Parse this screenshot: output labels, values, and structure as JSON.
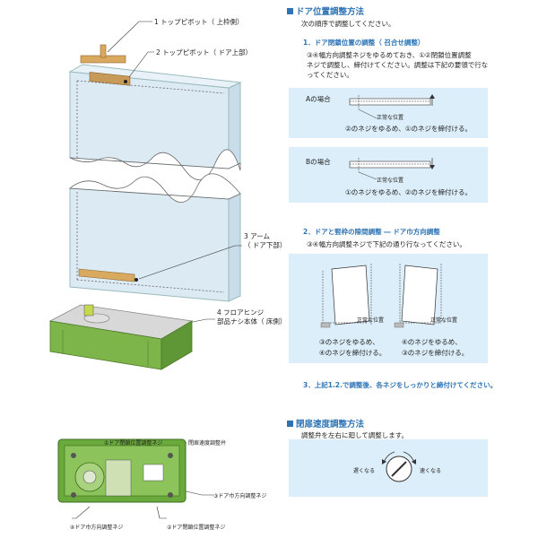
{
  "left": {
    "labels": {
      "l1": "1 トップピボット（ 上枠側）",
      "l2": "2 トップピボット（ ドア上部）",
      "l3a": "3 アーム",
      "l3b": "（ ドア下部）",
      "l4a": "4 フロアヒンジ",
      "l4b": "部品ナシ本体（ 床側）"
    },
    "bottom_labels": {
      "b1": "①ドア閉鎖位置調整ネジ",
      "b2": "閉扉速度調整弁",
      "b3": "③ドア巾方向調整ネジ",
      "b4": "④ドア巾方向調整ネジ",
      "b5": "②ドア閉鎖位置調整ネジ"
    }
  },
  "right": {
    "section1": {
      "title": "ドア位置調整方法",
      "intro": "次の順序で調整してください。",
      "step1_heading": "1．ドア閉鎖位置の調整（ 召合せ調整）",
      "step1_text1": "③④幅方向調整ネジをゆるめておき、①②閉鎖位置調整",
      "step1_text2": "ネジで調整し、締付けてください。調整は下記の要領で行な",
      "step1_text3": "ってください。",
      "caseA_label": "Aの場合",
      "caseA_pos": "正常な位置",
      "caseA_text": "②のネジをゆるめ、①のネジを締付ける。",
      "caseB_label": "Bの場合",
      "caseB_pos": "正常な位置",
      "caseB_text": "①のネジをゆるめ、②のネジを締付ける。",
      "step2_heading": "2．ドアと竪枠の隙間調整 ― ドア巾方向調整",
      "step2_text": "③④幅方向調整ネジで下記の通り行なってください。",
      "left_pos": "正常な位置",
      "right_pos": "正常な位置",
      "left_text1": "③のネジをゆるめ、",
      "left_text2": "④のネジを締付ける。",
      "right_text1": "④のネジをゆるめ、",
      "right_text2": "③のネジを締付ける。",
      "step3": "3．上記1.2.で調整後、各ネジをしっかりと締付けてください。"
    },
    "section2": {
      "title": "閉扉速度調整方法",
      "intro": "調整弁を左右に廻して調整します。",
      "slow": "遅くなる",
      "fast": "速くなる"
    }
  },
  "colors": {
    "accent": "#2e74b5",
    "panel": "#dceef9",
    "hinge_green": "#7db54a",
    "wood": "#c89a5a"
  }
}
